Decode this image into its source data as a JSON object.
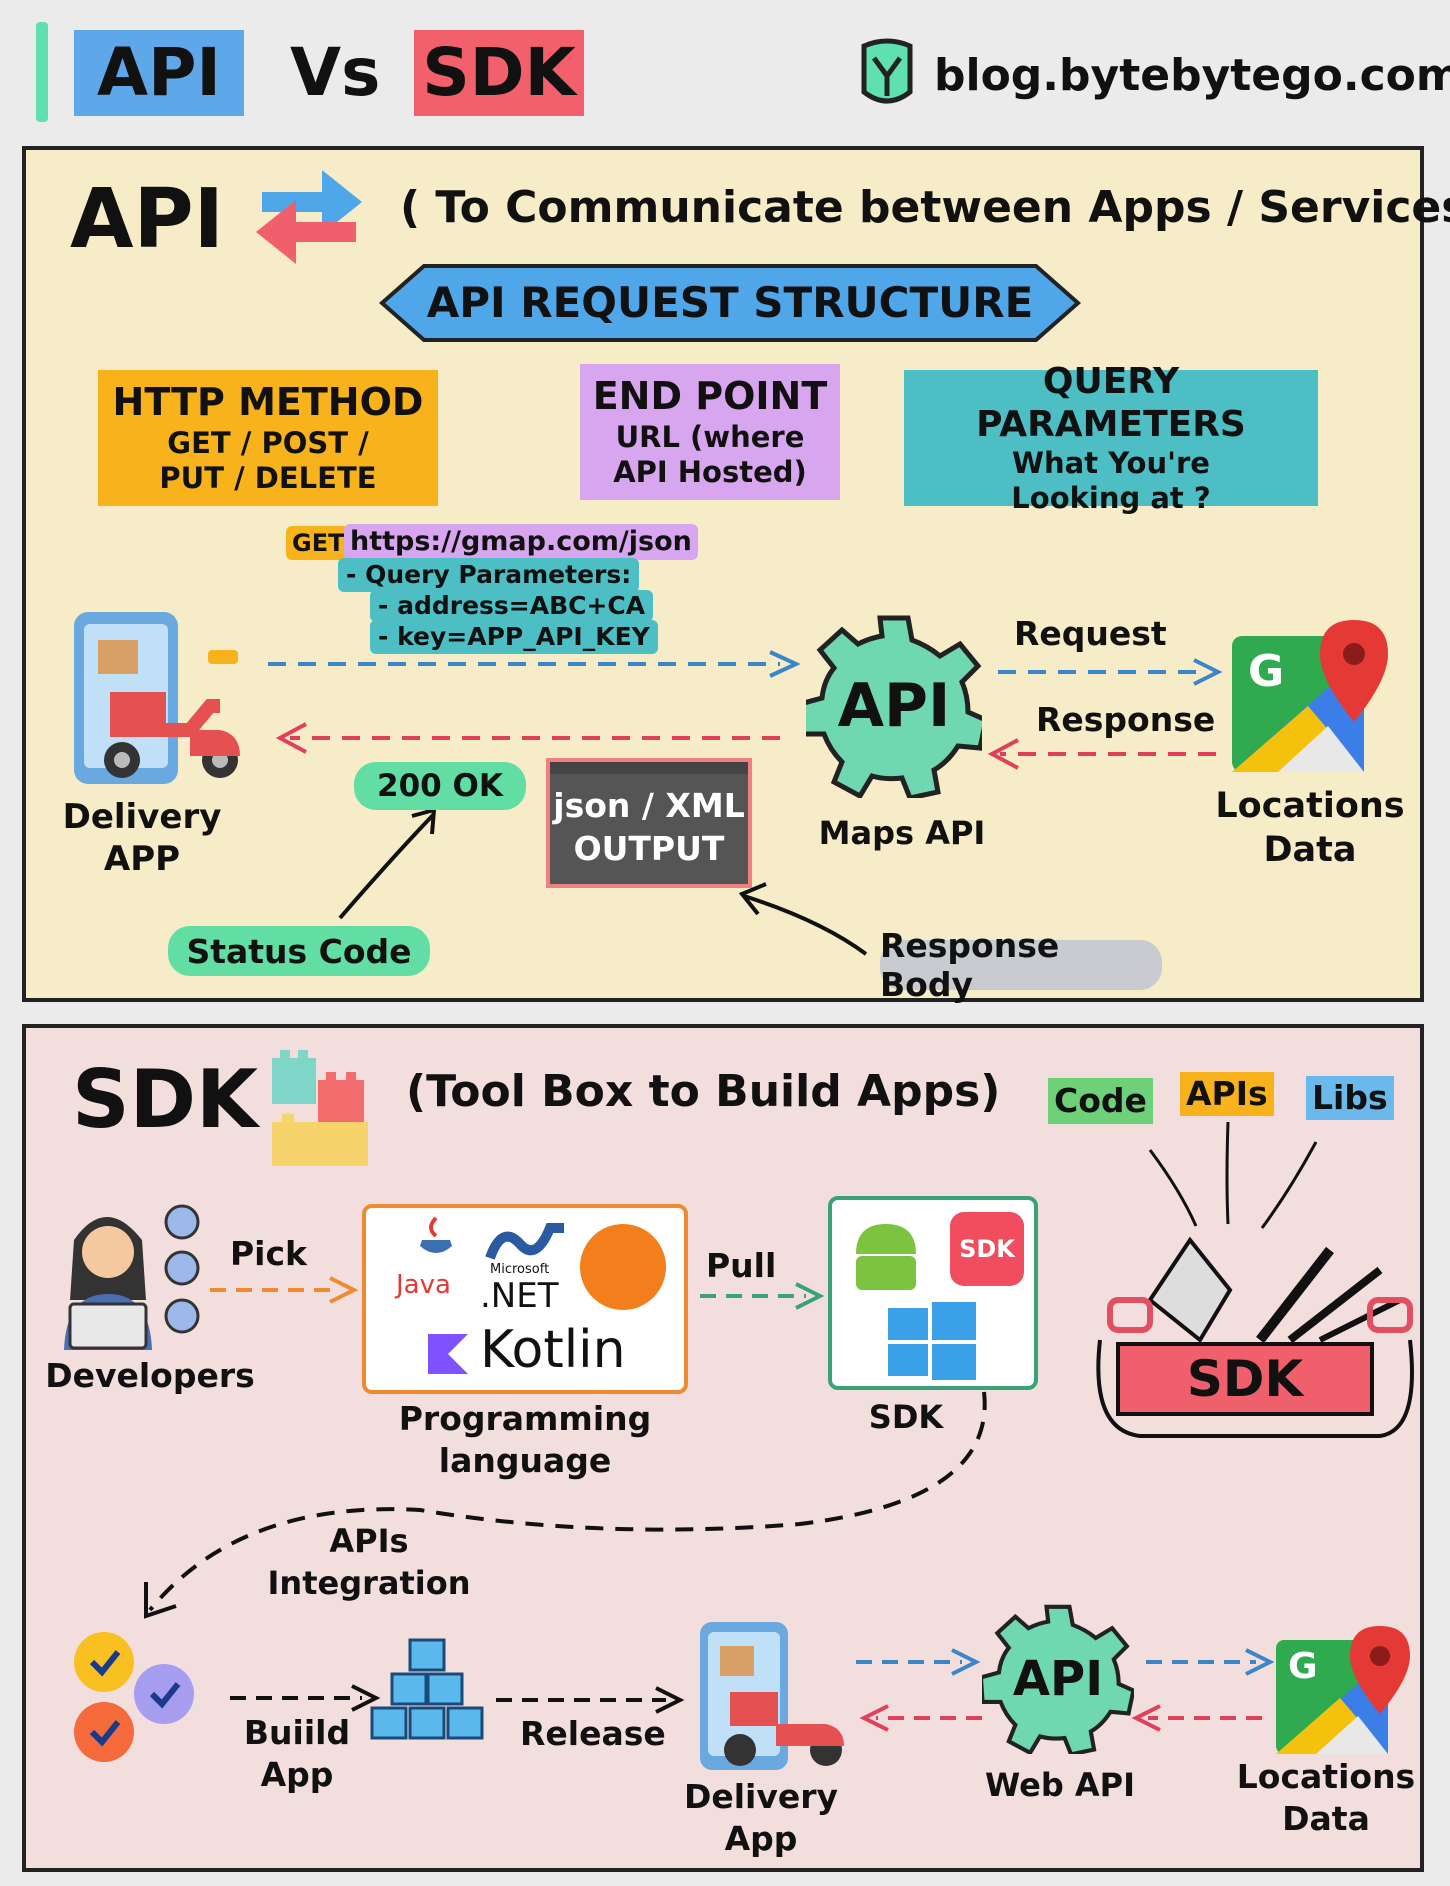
{
  "header": {
    "title_api": "API",
    "title_vs": "Vs",
    "title_sdk": "SDK",
    "site": "blog.bytebytego.com"
  },
  "api_section": {
    "title": "API",
    "subtitle": "( To Communicate between Apps / Services )",
    "structure_banner": "API REQUEST STRUCTURE",
    "http_method": {
      "title": "HTTP METHOD",
      "line1": "GET / POST /",
      "line2": "PUT / DELETE"
    },
    "end_point": {
      "title": "END POINT",
      "line1": "URL (where",
      "line2": "API Hosted)"
    },
    "query_params": {
      "title": "QUERY PARAMETERS",
      "line1": "What You're",
      "line2": "Looking at ?"
    },
    "request_example": {
      "method": "GET",
      "url": "https://gmap.com/json",
      "params_label": "- Query Parameters:",
      "param1": "- address=ABC+CA",
      "param2": "- key=APP_API_KEY"
    },
    "delivery_app": {
      "line1": "Delivery",
      "line2": "APP"
    },
    "api_gear_label": "API",
    "maps_api": "Maps API",
    "request": "Request",
    "response": "Response",
    "locations_data": {
      "line1": "Locations",
      "line2": "Data"
    },
    "status_ok": "200 OK",
    "status_code": "Status Code",
    "output": {
      "line1": "json / XML",
      "line2": "OUTPUT"
    },
    "response_body": "Response Body",
    "google_letter": "G"
  },
  "sdk_section": {
    "title": "SDK",
    "subtitle": "(Tool Box to Build Apps)",
    "chip_code": "Code",
    "chip_apis": "APIs",
    "chip_libs": "Libs",
    "developers": "Developers",
    "pick": "Pick",
    "pull": "Pull",
    "lang_java": "Java",
    "lang_microsoft": "Microsoft",
    "lang_net": ".NET",
    "lang_kotlin": "Kotlin",
    "programming_language": {
      "line1": "Programming",
      "line2": "language"
    },
    "sdk_logo_text": "SDK",
    "sdk_label": "SDK",
    "toolbox_label": "SDK",
    "apis_integration": {
      "line1": "APIs",
      "line2": "Integration"
    },
    "build_app": {
      "line1": "Buiild",
      "line2": "App"
    },
    "release": "Release",
    "delivery_app": {
      "line1": "Delivery",
      "line2": "App"
    },
    "api_gear_label": "API",
    "web_api": "Web API",
    "locations_data": {
      "line1": "Locations",
      "line2": "Data"
    },
    "google_letter": "G"
  },
  "colors": {
    "api_blue": "#4fa6e8",
    "sdk_red": "#f0606c",
    "api_panel": "#f6ecc8",
    "sdk_panel": "#f3dede",
    "http_orange": "#f8b21c",
    "endpoint_purple": "#d8a6ee",
    "query_teal": "#4cbec4",
    "gear_green": "#6fd8b0",
    "status_green": "#62dda4"
  }
}
